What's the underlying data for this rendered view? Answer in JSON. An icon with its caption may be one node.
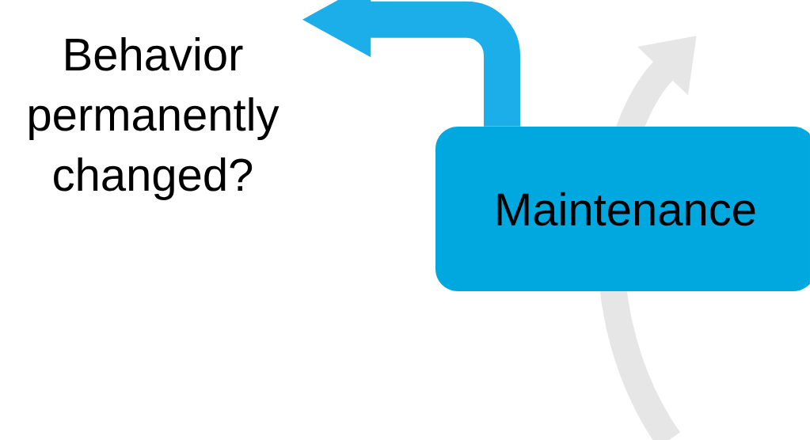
{
  "diagram": {
    "nodes": [
      {
        "text": [
          "Behavior permanently changed?"
        ]
      },
      {
        "text": [
          "Maintenance"
        ]
      }
    ],
    "edges": [
      {
        "from": 1,
        "to": 0,
        "arrow": "to"
      }
    ]
  }
}
